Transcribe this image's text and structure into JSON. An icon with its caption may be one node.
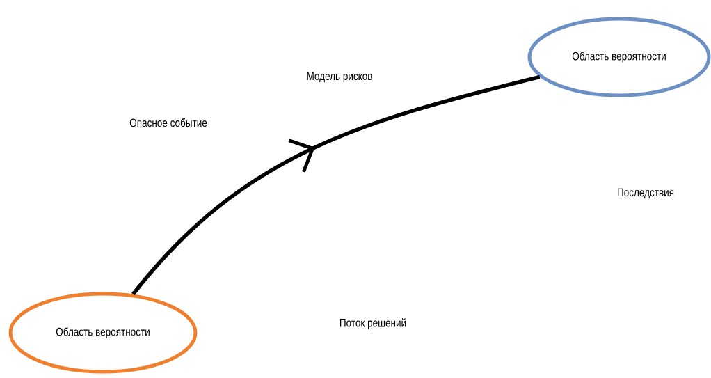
{
  "diagram": {
    "nodes": [
      {
        "text": [
          "Область вероятности"
        ]
      },
      {
        "text": [
          "Область вероятности"
        ]
      }
    ],
    "edges": [
      {
        "from": 0,
        "to": 1,
        "arrow": "to"
      }
    ],
    "labels": [
      "Модель рисков",
      "Опасное событие",
      "Последствия",
      "Поток решений"
    ]
  }
}
